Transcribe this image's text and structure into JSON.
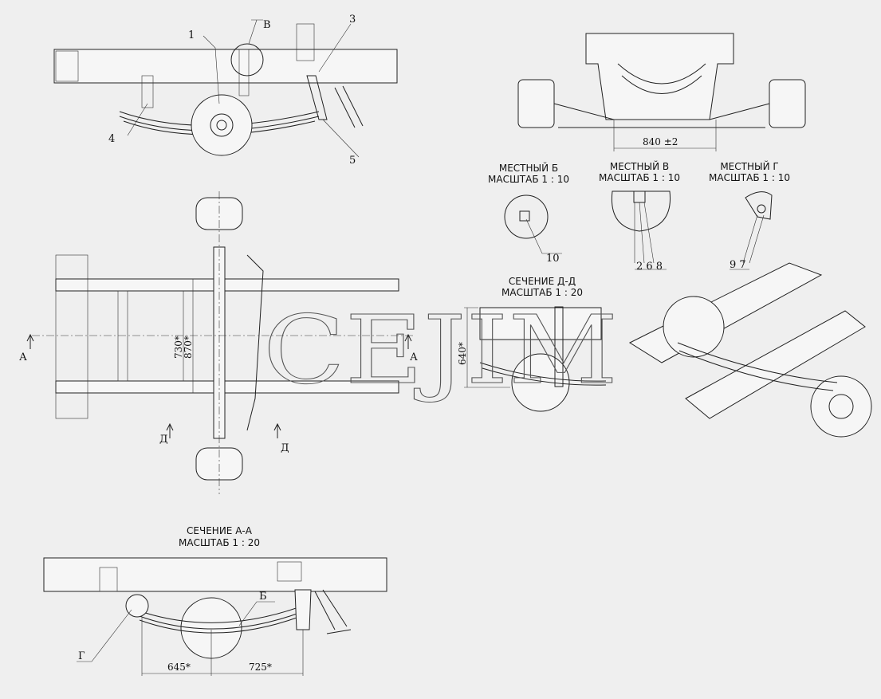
{
  "top_view": {
    "callouts": [
      "1",
      "В",
      "3",
      "4",
      "5"
    ]
  },
  "front_view": {
    "dimension": "840 ±2"
  },
  "detail_b": {
    "title": "МЕСТНЫЙ Б",
    "scale": "МАСШТАБ 1 : 10",
    "callout": "10"
  },
  "detail_v": {
    "title": "МЕСТНЫЙ В",
    "scale": "МАСШТАБ 1 : 10",
    "callouts": "2 6 8"
  },
  "detail_g": {
    "title": "МЕСТНЫЙ Г",
    "scale": "МАСШТАБ 1 : 10",
    "callouts": "9 7"
  },
  "section_dd": {
    "title": "СЕЧЕНИЕ Д-Д",
    "scale": "МАСШТАБ 1 : 20",
    "dimension": "640*"
  },
  "plan_view": {
    "dim_inner": "730*",
    "dim_outer": "870*",
    "section_a_left": "А",
    "section_a_right": "А",
    "section_d_left": "Д",
    "section_d_right": "Д"
  },
  "section_aa": {
    "title": "СЕЧЕНИЕ А-А",
    "scale": "МАСШТАБ 1 : 20",
    "callout_g": "Г",
    "callout_b": "Б",
    "dim_left": "645*",
    "dim_right": "725*"
  },
  "watermark": "CEJIM"
}
